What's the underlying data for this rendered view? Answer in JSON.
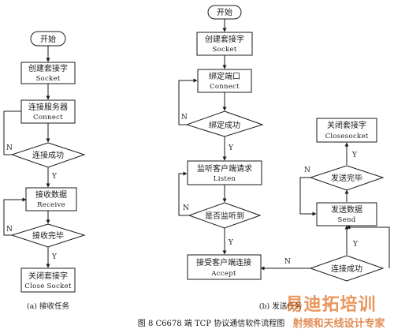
{
  "left": {
    "start": "开始",
    "create_cn": "创建套接字",
    "create_en": "Socket",
    "connect_cn": "连接服务器",
    "connect_en": "Connect",
    "connected_q": "连接成功",
    "receive_cn": "接收数据",
    "receive_en": "Receive",
    "recv_done_q": "接收完毕",
    "close_cn": "关闭套接字",
    "close_en": "Close Socket",
    "caption": "(a) 接收任务"
  },
  "right": {
    "start": "开始",
    "create_cn": "创建套接字",
    "create_en": "Socket",
    "bind_cn": "绑定端口",
    "bind_en": "Connect",
    "bound_q": "绑定成功",
    "listen_cn": "监听客户端请求",
    "listen_en": "Listen",
    "heard_q": "是否监听到",
    "accept_cn": "接受客户端连接",
    "accept_en": "Accept",
    "conn_ok_q": "连接成功",
    "send_cn": "发送数据",
    "send_en": "Send",
    "sent_q": "发送完毕",
    "close_cn": "关闭套接字",
    "close_en": "Closesocket",
    "caption": "(b) 发送任务"
  },
  "labels": {
    "yes": "Y",
    "no": "N"
  },
  "figure_caption": "图 8  C6678 端 TCP 协议通信软件流程图",
  "watermark": {
    "line1": "易迪拓培训",
    "line2": "射频和天线设计专家"
  },
  "colors": {
    "line": "#1a1a1a",
    "watermark": "#e06a1a",
    "background": "#ffffff"
  }
}
